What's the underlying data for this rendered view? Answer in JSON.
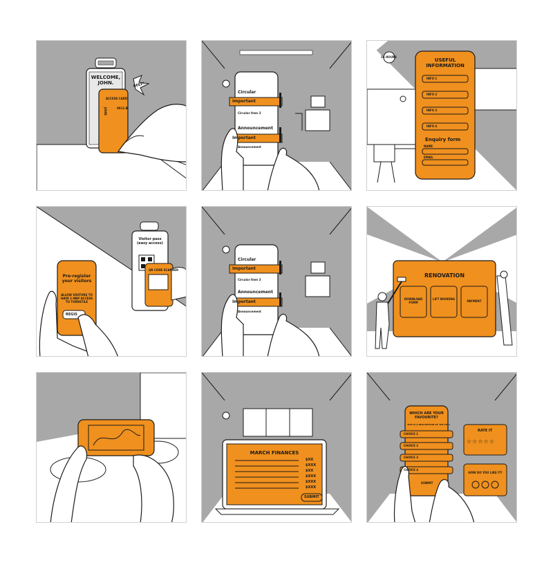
{
  "colors": {
    "accent": "#f0901e",
    "background_grey": "#a8a8a8",
    "line": "#1a1a1a"
  },
  "panels": [
    {
      "id": "access-card",
      "texts": {
        "welcome": "WELCOME, JOHN.",
        "beep": "BEEP!",
        "access_card": "ACCESS CARD",
        "name_vertical": "JOHN",
        "card_code": "0011-B"
      }
    },
    {
      "id": "circular-announcement",
      "texts": {
        "circular": "Circular",
        "important_1": "Important",
        "circular_item": "Circular Item 3",
        "announcement": "Announcement",
        "important_2": "Important",
        "announcement_item": "Announcement"
      }
    },
    {
      "id": "useful-information",
      "texts": {
        "clock": "24 HOURS",
        "title": "USEFUL INFORMATION",
        "info": [
          "INFO 1",
          "INFO 2",
          "INFO 3",
          "INFO 4"
        ],
        "enquiry": "Enquiry form",
        "name_label": "NAME",
        "email_label": "EMAIL"
      }
    },
    {
      "id": "pre-register",
      "texts": {
        "title": "Pre-register your visitors",
        "subtitle": "ALLOW VISITORS TO HAVE 1-WAY ACCESS TO TURNSTILE",
        "button": "REGIS",
        "visitor_pass": "Visitor pass (easy access)",
        "qr": "QR CODE SCANNER"
      }
    },
    {
      "id": "circular-announcement-2",
      "texts": {
        "circular": "Circular",
        "important_1": "Important",
        "circular_item": "Circular Item 3",
        "announcement": "Announcement",
        "important_2": "Important",
        "announcement_item": "Announcement"
      }
    },
    {
      "id": "renovation",
      "texts": {
        "title": "RENOVATION",
        "tiles": [
          "DOWNLOAD FORM",
          "LIFT BOOKING",
          "PAYMENT"
        ]
      }
    },
    {
      "id": "camera-scan",
      "texts": {}
    },
    {
      "id": "march-finances",
      "texts": {
        "title": "MARCH FINANCES",
        "amounts": [
          "$XX",
          "$XXX",
          "$XX",
          "$XXX",
          "$XXX",
          "$XXX"
        ],
        "submit": "SUBMIT"
      }
    },
    {
      "id": "survey",
      "texts": {
        "question": "WHICH ARE YOUR FAVOURITE?",
        "sub": "THIS IS A DESCRIPTION OF THE POLL",
        "choices": [
          "CHOICE 1",
          "CHOICE 2",
          "CHOICE 3",
          "CHOICE 4"
        ],
        "submit": "SUBMIT",
        "rate": "RATE IT",
        "like": "HOW DO YOU LIKE IT?"
      }
    }
  ]
}
